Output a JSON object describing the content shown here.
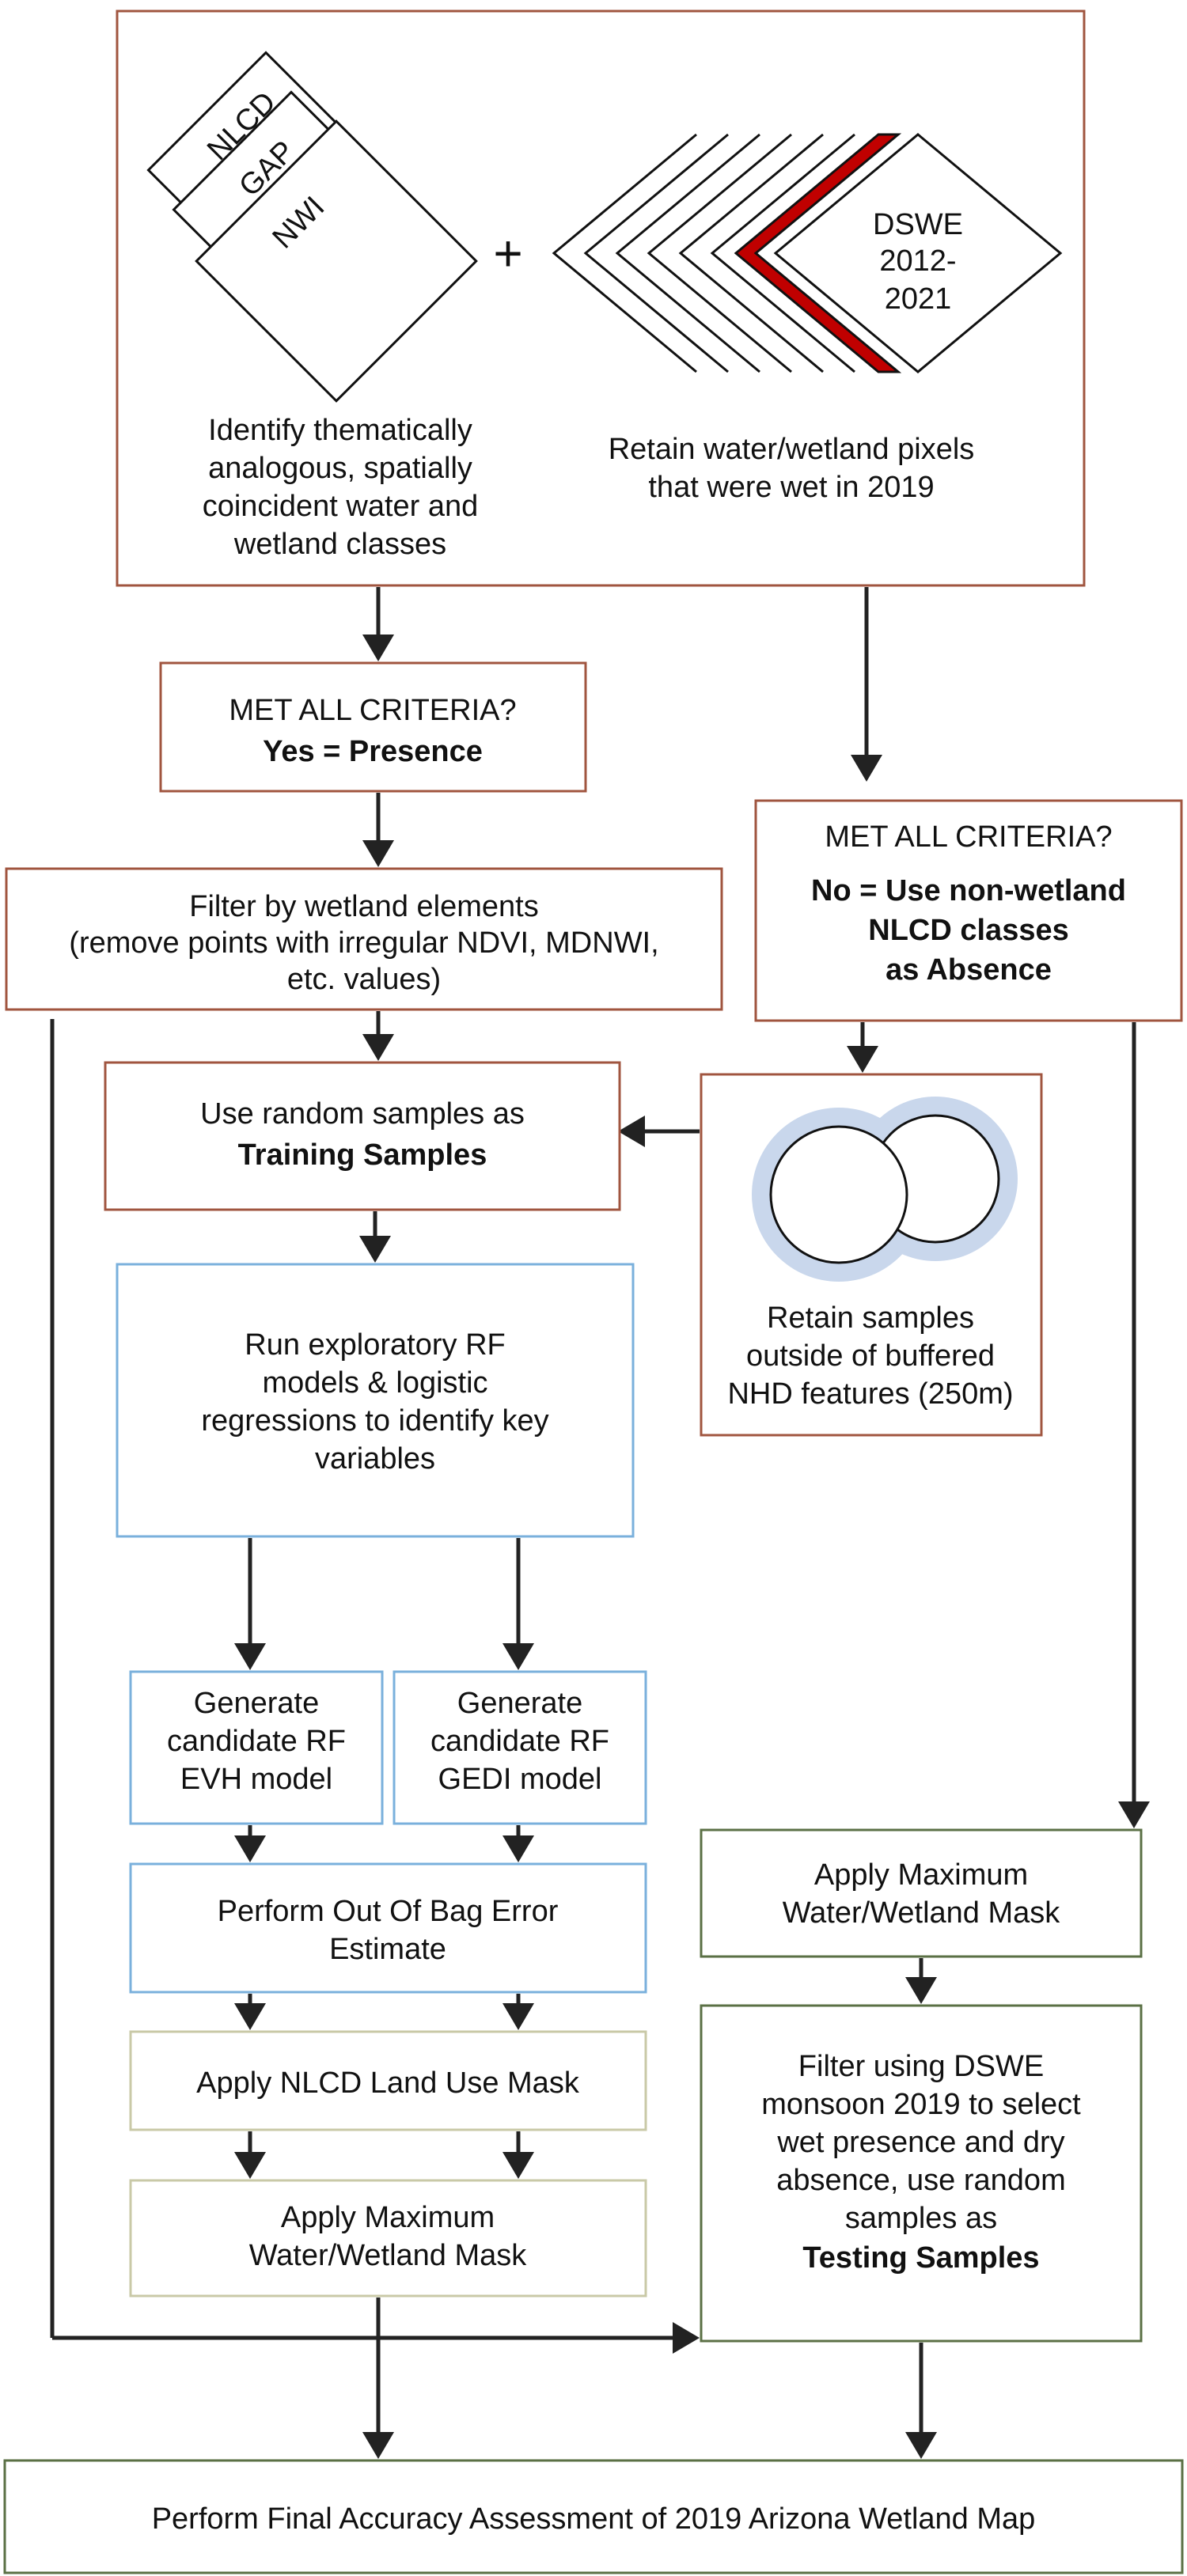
{
  "top_box": {
    "stack_labels": [
      "NLCD",
      "GAP",
      "NWI"
    ],
    "plus": "+",
    "dswe_label": [
      "DSWE",
      "2012-",
      "2021"
    ],
    "left_text": [
      "Identify thematically",
      "analogous, spatially",
      "coincident water and",
      "wetland classes"
    ],
    "right_text": [
      "Retain water/wetland pixels",
      "that were wet in 2019"
    ]
  },
  "presence_box": {
    "line1": "MET ALL CRITERIA?",
    "line2": "Yes = Presence"
  },
  "absence_box": {
    "line1": "MET ALL CRITERIA?",
    "line2": "No = Use non-wetland",
    "line3": "NLCD classes",
    "line4": "as Absence"
  },
  "filter_box": {
    "lines": [
      "Filter by wetland elements",
      "(remove points with irregular NDVI, MDNWI,",
      "etc. values)"
    ]
  },
  "training_box": {
    "line1": "Use random samples as",
    "line2": "Training Samples"
  },
  "buffer_box": {
    "lines": [
      "Retain samples",
      "outside of buffered",
      "NHD features (250m)"
    ]
  },
  "explore_box": {
    "lines": [
      "Run exploratory RF",
      "models & logistic",
      "regressions to identify key",
      "variables"
    ]
  },
  "evh_box": {
    "lines": [
      "Generate",
      "candidate RF",
      "EVH model"
    ]
  },
  "gedi_box": {
    "lines": [
      "Generate",
      "candidate RF",
      "GEDI model"
    ]
  },
  "oob_box": {
    "lines": [
      "Perform Out Of Bag Error",
      "Estimate"
    ]
  },
  "nlcd_mask_box": {
    "line1": "Apply NLCD Land Use Mask"
  },
  "max_mask_left_box": {
    "lines": [
      "Apply Maximum",
      "Water/Wetland Mask"
    ]
  },
  "max_mask_right_box": {
    "lines": [
      "Apply Maximum",
      "Water/Wetland Mask"
    ]
  },
  "testing_box": {
    "lines": [
      "Filter using DSWE",
      "monsoon 2019 to select",
      "wet presence and dry",
      "absence, use random",
      "samples as"
    ],
    "bold": "Testing Samples"
  },
  "final_box": {
    "line1": "Perform Final Accuracy Assessment of 2019 Arizona Wetland Map"
  },
  "colors": {
    "brown": "#a0553f",
    "blue": "#7ab0dc",
    "green": "#5b7045",
    "tan": "#c9c9a7",
    "dswe_highlight": "#c00000"
  }
}
